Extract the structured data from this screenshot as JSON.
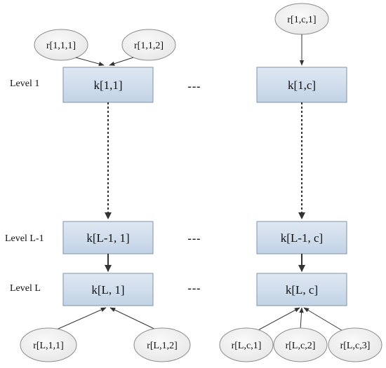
{
  "levels": {
    "level_1": "Level 1",
    "level_l_minus_1": "Level L-1",
    "level_l": "Level L"
  },
  "boxes": {
    "k_1_1": "k[1,1]",
    "k_1_c": "k[1,c]",
    "k_lm1_1": "k[L-1, 1]",
    "k_lm1_c": "k[L-1, c]",
    "k_l_1": "k[L, 1]",
    "k_l_c": "k[L, c]"
  },
  "inputs": {
    "r_1_1_1": "r[1,1,1]",
    "r_1_1_2": "r[1,1,2]",
    "r_1_c_1": "r[1,c,1]",
    "r_l_1_1": "r[L,1,1]",
    "r_l_1_2": "r[L,1,2]",
    "r_l_c_1": "r[L,c,1]",
    "r_l_c_2": "r[L,c,2]",
    "r_l_c_3": "r[L,c,3]"
  },
  "ellipsis": "---",
  "colors": {
    "box_fill_top": "#dfe8f2",
    "box_fill_bottom": "#c2d3e6",
    "box_stroke": "#7f93ab",
    "ellipse_fill": "#f2f2f2",
    "ellipse_stroke": "#8c8c8c",
    "arrow": "#333333",
    "dots": "#222222"
  }
}
